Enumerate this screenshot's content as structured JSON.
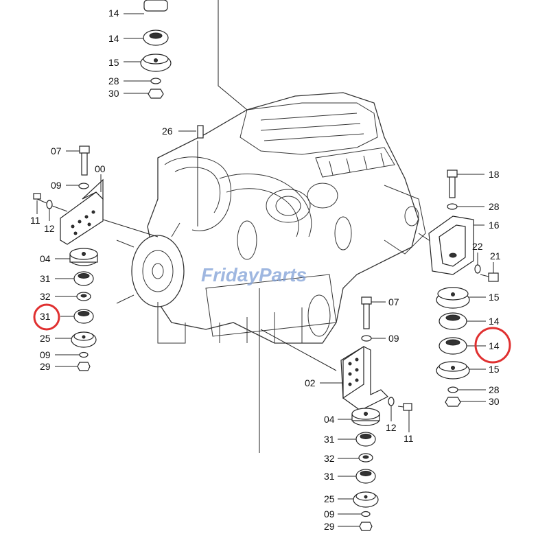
{
  "watermark": {
    "text": "FridayParts",
    "color": "#7f9fd6"
  },
  "highlight_color": "#e03030",
  "callouts": {
    "top_left_14a": "14",
    "top_left_14b": "14",
    "top_left_15": "15",
    "top_left_28": "28",
    "top_left_30": "30",
    "sensor_26": "26",
    "left_07": "07",
    "left_00": "00",
    "left_09": "09",
    "left_11": "11",
    "left_12": "12",
    "left_04": "04",
    "left_31a": "31",
    "left_32": "32",
    "left_31b": "31",
    "left_25": "25",
    "left_09b": "09",
    "left_29": "29",
    "mid_07": "07",
    "mid_09": "09",
    "mid_02": "02",
    "mid_04": "04",
    "mid_12": "12",
    "mid_11": "11",
    "mid_31a": "31",
    "mid_32": "32",
    "mid_31b": "31",
    "mid_25": "25",
    "mid_09b": "09",
    "mid_29": "29",
    "right_18": "18",
    "right_28": "28",
    "right_16": "16",
    "right_22": "22",
    "right_21": "21",
    "right_15a": "15",
    "right_14a": "14",
    "right_14b": "14",
    "right_15b": "15",
    "right_28b": "28",
    "right_30": "30"
  },
  "highlighted": [
    "left_31b",
    "right_14b"
  ]
}
